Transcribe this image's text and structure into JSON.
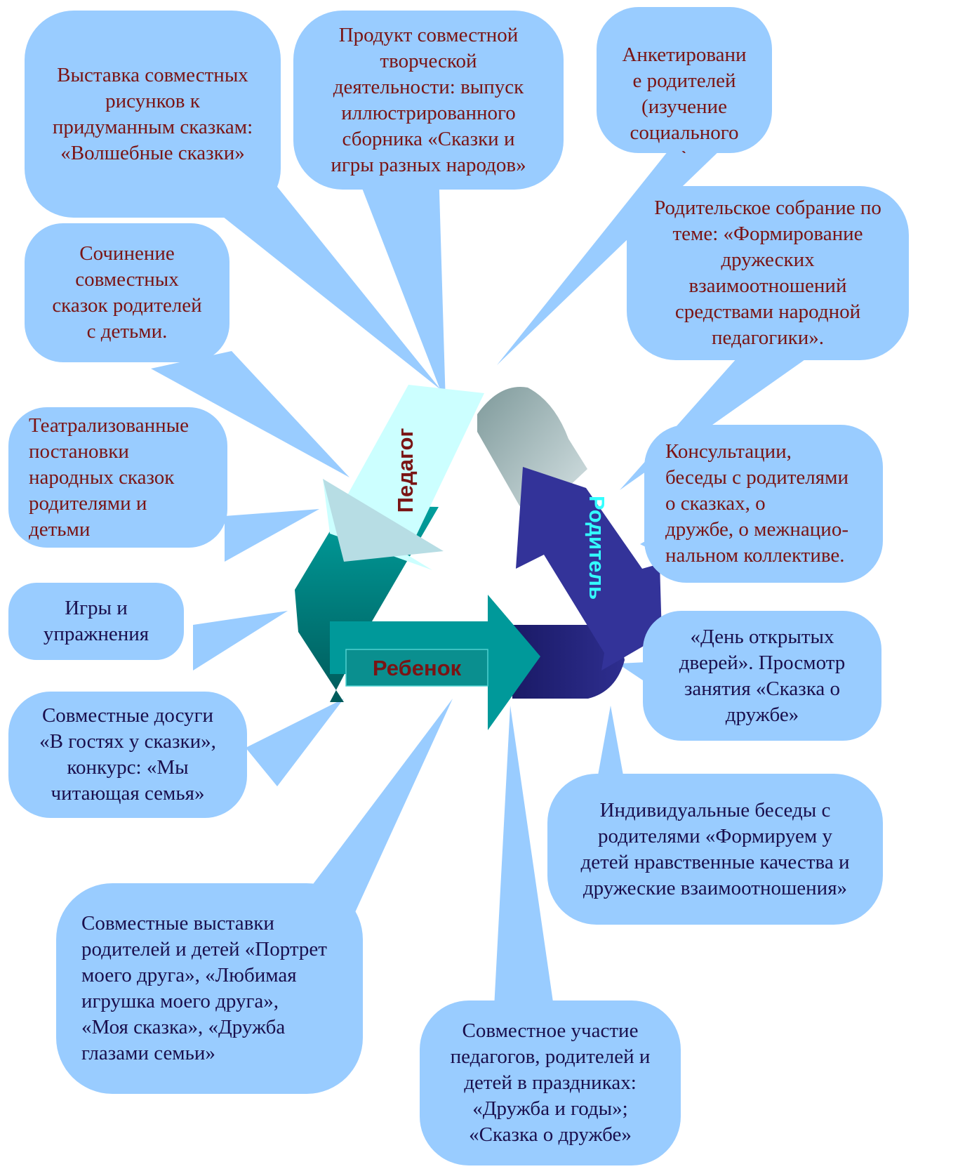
{
  "colors": {
    "callout": "#99ccff",
    "teal": "#00999a",
    "navy": "#333399",
    "pale_cyan": "#ccffff",
    "label_red": "#7a1414",
    "label_cyan": "#33ffff"
  },
  "cycle": {
    "teacher": "Педагог",
    "parent": "Родитель",
    "child": "Ребенок"
  },
  "boxes": {
    "exhibition_drawings": "Выставка совместных\nрисунков к\nпридуманным сказкам:\n«Волшебные сказки»",
    "product": "Продукт совместной\nтворческой\nдеятельности: выпуск\nиллюстрированного\nсборника «Сказки и\nигры разных народов»",
    "survey": "Анкетировани\nе родителей\n(изучение\nсоциального\n`",
    "meeting": "Родительское собрание по\nтеме: «Формирование\nдружеских\nвзаимоотношений\nсредствами народной\nпедагогики».",
    "composing": "Сочинение\nсовместных\nсказок родителей\nс детьми.",
    "theater": "Театрализованные\nпостановки\nнародных сказок\nродителями и\nдетьми",
    "consultations": "Консультации,\nбеседы с родителями\nо        сказках, о\nдружбе, о межнацио-\nнальном коллективе.",
    "games": "Игры и\nупражнения",
    "open_day": "«День открытых\nдверей». Просмотр\nзанятия «Сказка о\nдружбе»",
    "leisure": "Совместные досуги\n«В гостях у сказки»,\nконкурс: «Мы\nчитающая семья»",
    "individual_talks": "Индивидуальные беседы с\nродителями «Формируем у\nдетей нравственные качества и\nдружеские  взаимоотношения»",
    "joint_exhibitions": "Совместные выставки\nродителей и детей «Портрет\nмоего друга», «Любимая\nигрушка моего друга»,\n«Моя сказка», «Дружба\nглазами семьи»",
    "holidays": "Совместное участие\nпедагогов, родителей и\nдетей в праздниках:\n«Дружба и годы»;\n«Сказка о дружбе»"
  }
}
